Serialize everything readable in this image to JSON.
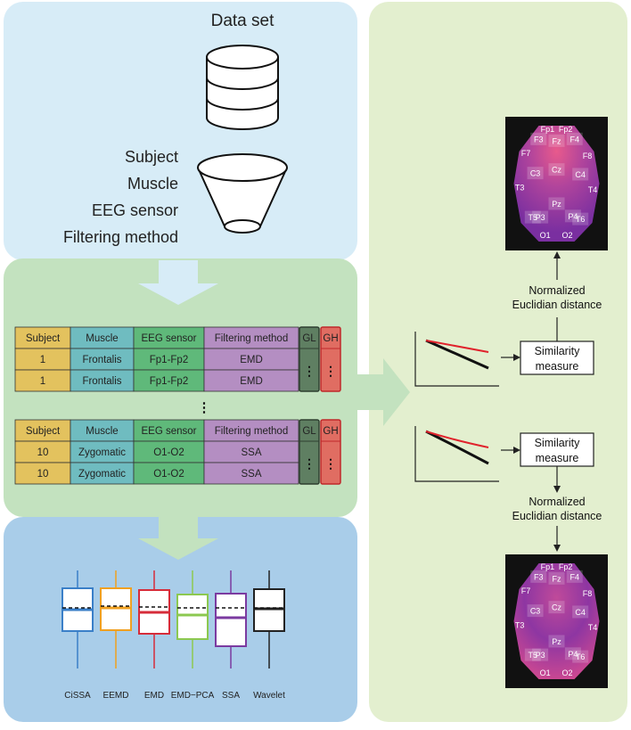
{
  "data_panel": {
    "title": "Data set",
    "filters": [
      "Subject",
      "Muscle",
      "EEG sensor",
      "Filtering method"
    ]
  },
  "table": {
    "headers": [
      "Subject",
      "Muscle",
      "EEG sensor",
      "Filtering method",
      "GL",
      "GH"
    ],
    "group1": [
      [
        "1",
        "Frontalis",
        "Fp1-Fp2",
        "EMD"
      ],
      [
        "1",
        "Frontalis",
        "Fp1-Fp2",
        "EMD"
      ]
    ],
    "group2": [
      [
        "10",
        "Zygomatic",
        "O1-O2",
        "SSA"
      ],
      [
        "10",
        "Zygomatic",
        "O1-O2",
        "SSA"
      ]
    ],
    "gap": "⋮",
    "colors": {
      "subject": "#e3c25e",
      "muscle": "#6fbcc0",
      "sensor": "#5fb97a",
      "method": "#b48ec2",
      "gl": "#5f7f62",
      "gh": "#e06d62"
    }
  },
  "boxplots": [
    {
      "label": "CiSSA",
      "color": "#3a7fc8"
    },
    {
      "label": "EEMD",
      "color": "#f0a020"
    },
    {
      "label": "EMD",
      "color": "#d62c3a"
    },
    {
      "label": "EMD−PCA",
      "color": "#8cc850"
    },
    {
      "label": "SSA",
      "color": "#7b3aa0"
    },
    {
      "label": "Wavelet",
      "color": "#222222"
    }
  ],
  "pipeline": {
    "similarity": "Similarity measure",
    "distance": "Normalized Euclidian distance"
  },
  "electrodes": [
    "Fp1",
    "Fp2",
    "F3",
    "Fz",
    "F4",
    "F7",
    "F8",
    "C3",
    "Cz",
    "C4",
    "T3",
    "T4",
    "Pz",
    "T5",
    "P3",
    "P4",
    "T6",
    "O1",
    "O2"
  ]
}
